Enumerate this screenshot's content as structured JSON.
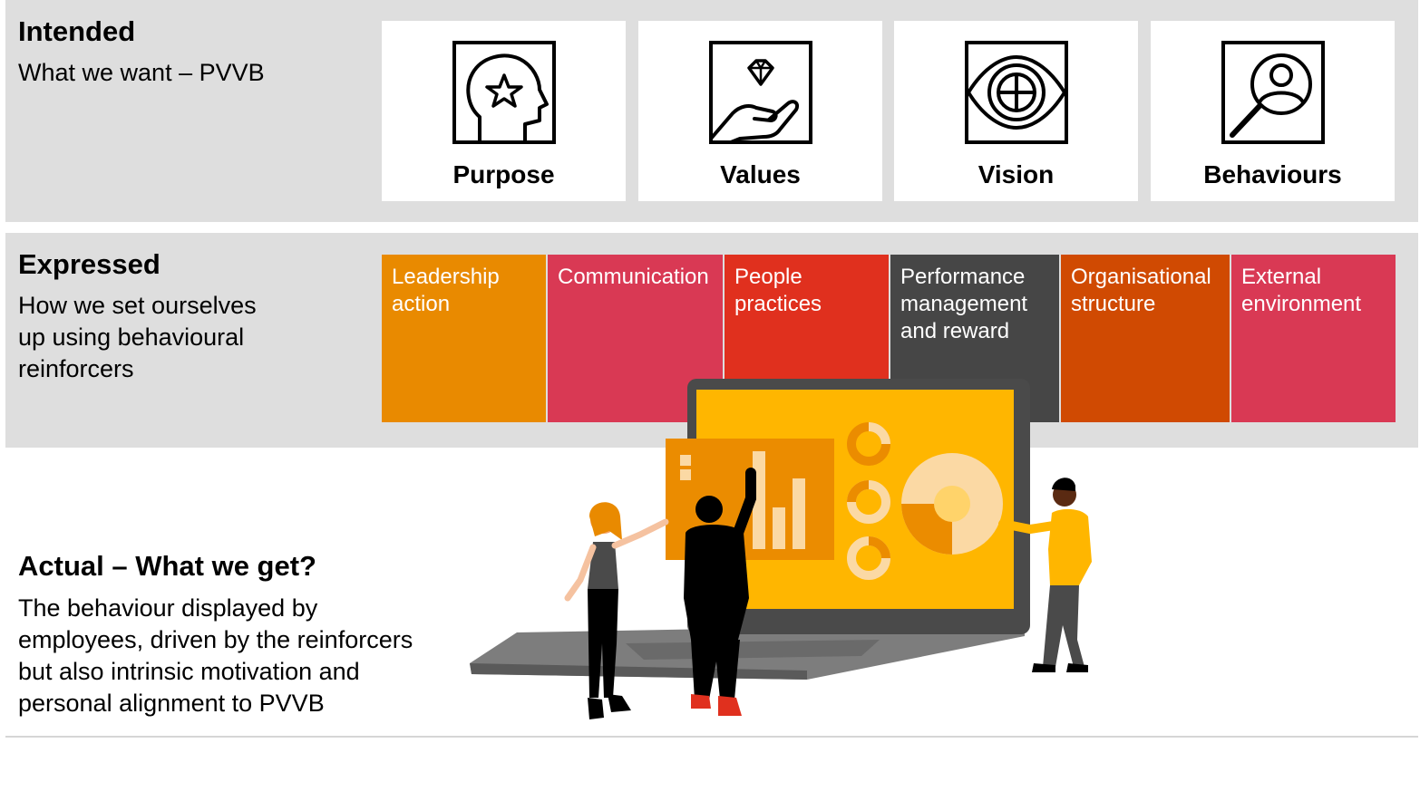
{
  "intended": {
    "heading": "Intended",
    "subtitle": "What we want – PVVB",
    "cards": [
      {
        "label": "Purpose",
        "icon": "head-star-icon"
      },
      {
        "label": "Values",
        "icon": "hand-diamond-icon"
      },
      {
        "label": "Vision",
        "icon": "eye-crosshair-icon"
      },
      {
        "label": "Behaviours",
        "icon": "magnifier-person-icon"
      }
    ]
  },
  "expressed": {
    "heading": "Expressed",
    "subtitle_lines": [
      "How we set ourselves",
      "up using behavioural",
      "reinforcers"
    ],
    "tiles": [
      {
        "lines": [
          "Leadership",
          "action"
        ],
        "color": "#e98a00"
      },
      {
        "lines": [
          "Communication"
        ],
        "color": "#d93954"
      },
      {
        "lines": [
          "People",
          "practices"
        ],
        "color": "#e0301e"
      },
      {
        "lines": [
          "Performance",
          "management",
          "and reward"
        ],
        "color": "#464646"
      },
      {
        "lines": [
          "Organisational",
          "structure"
        ],
        "color": "#d04a02"
      },
      {
        "lines": [
          "External",
          "environment"
        ],
        "color": "#d93954"
      }
    ]
  },
  "actual": {
    "heading": "Actual – What we get?",
    "lines": [
      "The behaviour displayed by",
      "employees, driven by the reinforcers",
      "but also intrinsic motivation and",
      "personal alignment to PVVB"
    ]
  },
  "colors": {
    "band": "#dedede",
    "screen": "#ffb600",
    "panel": "#eb8c00",
    "laptop_dark": "#4a4a4a",
    "laptop_mid": "#7d7d7d"
  }
}
